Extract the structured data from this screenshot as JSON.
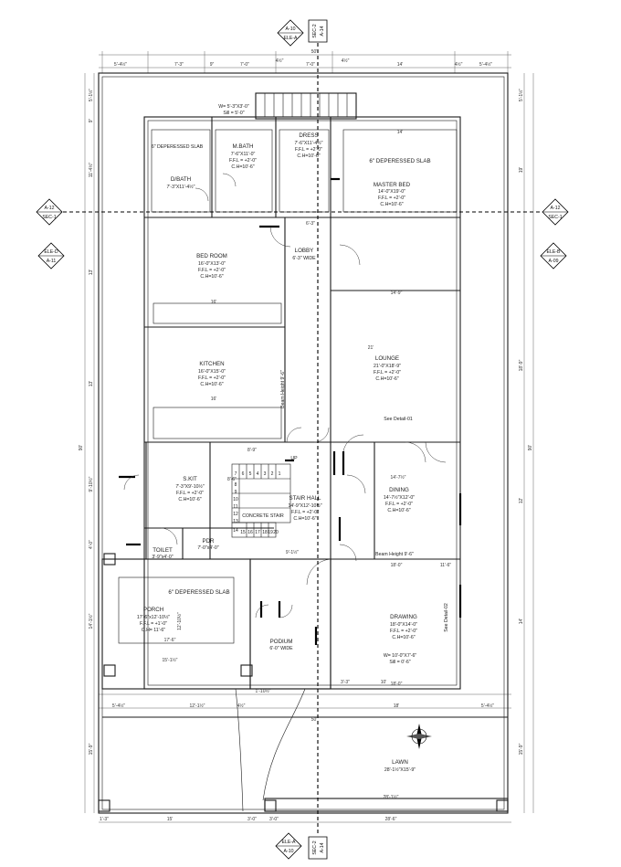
{
  "rooms": {
    "master_bed": {
      "name": "MASTER BED",
      "size": "14'-0\"X19'-0\"",
      "ffl": "F.F.L = +2'-0\"",
      "ch": "C.H=10'-6\""
    },
    "lounge": {
      "name": "LOUNGE",
      "size": "21'-0\"X18'-9\"",
      "ffl": "F.F.L = +2'-0\"",
      "ch": "C.H=10'-6\""
    },
    "bed_room": {
      "name": "BED ROOM",
      "size": "16'-0\"X13'-0\"",
      "ffl": "F.F.L = +2'-0\"",
      "ch": "C.H=10'-6\""
    },
    "kitchen": {
      "name": "KITCHEN",
      "size": "16'-0\"X15'-0\"",
      "ffl": "F.F.L = +2'-0\"",
      "ch": "C.H=10'-6\""
    },
    "dress": {
      "name": "DRESS",
      "size": "7'-6\"X11'-4½\"",
      "ffl": "F.F.L = +2'-0\"",
      "ch": "C.H=10'-6\""
    },
    "m_bath": {
      "name": "M.BATH",
      "size": "7'-6\"X11'-0\"",
      "ffl": "F.F.L = +2'-0\"",
      "ch": "C.H=10'-6\""
    },
    "d_bath": {
      "name": "D/BATH",
      "size": "7'-3\"X11'-4½\""
    },
    "s_kit": {
      "name": "S.KIT",
      "size": "7'-3\"X9'-10½\"",
      "ffl": "F.F.L = +2'-0\"",
      "ch": "C.H=10'-6\""
    },
    "stair_hall": {
      "name": "STAIR HALL",
      "size": "14'-9\"X12'-10½\"",
      "ffl": "F.F.L = +2'-0\"",
      "ch": "C.H=10'-6\""
    },
    "dining": {
      "name": "DINING",
      "size": "14'-7½\"X12'-0\"",
      "ffl": "F.F.L = +2'-0\"",
      "ch": "C.H=10'-6\""
    },
    "porch": {
      "name": "PORCH",
      "size": "17'-6\"x12'-10½\"",
      "ffl": "F.F.L = +1'-0\"",
      "ch": "C.H= 11'-6\""
    },
    "drawing": {
      "name": "DRAWING",
      "size": "18'-0\"X14'-0\"",
      "ffl": "F.F.L = +2'-0\"",
      "ch": "C.H=10'-6\""
    },
    "podium": {
      "name": "PODIUM",
      "size": "6'-0\" WIDE"
    },
    "lawn": {
      "name": "LAWN",
      "size": "28'-1½\"X15'-9\""
    },
    "lobby": {
      "name": "LOBBY",
      "size": "6'-3\" WIDE"
    },
    "pdr": {
      "name": "PDR",
      "size": "7'-0\"x4'-0\""
    },
    "toilet": {
      "name": "TOILET",
      "size": "3'-9\"x4'-0\""
    }
  },
  "notes": {
    "depressed_slab": "6\" DEPERESSED SLAB",
    "concrete_stair": "CONCRETE STAIR",
    "up": "UP",
    "beam_height": "Beam Height 9'-6\"",
    "beam_height_vertical": "Beam Height 9'-6\"",
    "see_detail_01": "See Detail-01",
    "see_detail_02": "See Detail-02",
    "window_top": "W= 5'-3\"X3'-0\"",
    "sill_top": "Sill = 5'-0\"",
    "window_drawing": "W= 10'-0\"X7'-6\"",
    "sill_drawing": "Sill = 0'-6\""
  },
  "tags": {
    "top_ele": {
      "num": "A-10",
      "label": "ELE-A"
    },
    "top_sec": {
      "num": "A-14",
      "label": "SEC-2"
    },
    "bottom_ele": {
      "num": "ELE-A",
      "label": "A-10"
    },
    "bottom_sec": {
      "num": "SEC-2",
      "label": "A-14"
    },
    "left_sec": {
      "num": "A-12",
      "label": "SEC-1"
    },
    "right_sec": {
      "num": "A-12",
      "label": "SEC-1"
    },
    "left_ele": {
      "num": "ELE-D",
      "label": "A-11"
    },
    "right_ele": {
      "num": "ELE-B",
      "label": "A-09"
    }
  },
  "dimensions": {
    "overall_width": "50'",
    "overall_depth": "90'",
    "top": [
      "5'-4½\"",
      "7'-3\"",
      "9\"",
      "7'-0\"",
      "4½\"",
      "7'-0\"",
      "4½\"",
      "14'",
      "4½\"",
      "5'-4½\""
    ],
    "bottom_lower": [
      "5'-4½\"",
      "12'-1½\"",
      "4½\"",
      "18'",
      "5'-4½\""
    ],
    "bottom_edge": [
      "1'-3\"",
      "15'",
      "3'-0\"",
      "3'-0\"",
      "28'-6\""
    ],
    "left": [
      "5'-1½\"",
      "9\"",
      "11'-4½\"",
      "13'",
      "13'",
      "9'-10½\"",
      "4'-0\"",
      "14'-1½\"",
      "15'-9\""
    ],
    "right": [
      "5'-1½\"",
      "19'",
      "18'-9\"",
      "12'",
      "14'",
      "15'-9\""
    ],
    "interior": [
      "14'",
      "16'",
      "16'",
      "21'",
      "14'-9\"",
      "14'-7½\"",
      "18'-0\"",
      "18'-0\"",
      "10'",
      "17'-6\"",
      "15'-1½\"",
      "12'-10½\"",
      "9'-1½\"",
      "6'-3\"",
      "8'-9\"",
      "11'-6\"",
      "3'-3\"",
      "28'-1½\"",
      "1'-10½\"",
      "8'-6\""
    ]
  },
  "stair_steps": [
    "7",
    "6",
    "5",
    "4",
    "3",
    "2",
    "1",
    "8",
    "9",
    "10",
    "11",
    "12",
    "13",
    "14",
    "15",
    "16",
    "17",
    "18",
    "19",
    "20"
  ]
}
